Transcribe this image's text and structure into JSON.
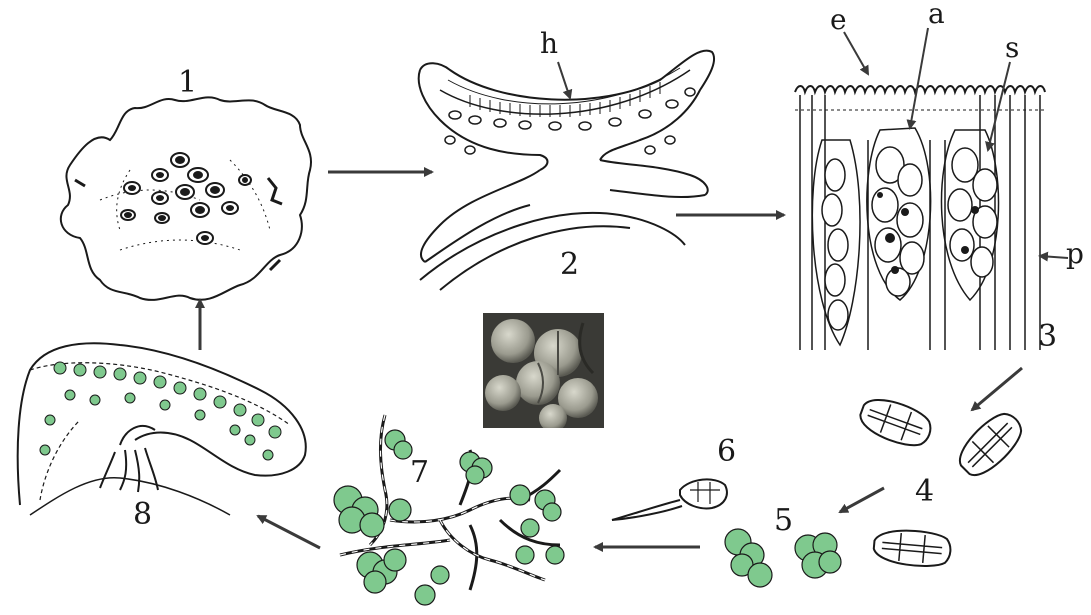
{
  "stage_labels": {
    "s1": "1",
    "s2": "2",
    "s3": "3",
    "s4": "4",
    "s5": "5",
    "s6": "6",
    "s7": "7",
    "s8": "8"
  },
  "part_labels": {
    "h": "h",
    "e": "e",
    "a": "a",
    "s": "s",
    "p": "p"
  },
  "colors": {
    "ink": "#1a1a1a",
    "alga_green": "#7fc98e",
    "arrow": "#3a3a3a",
    "photo_bg": "#3a3a36"
  }
}
